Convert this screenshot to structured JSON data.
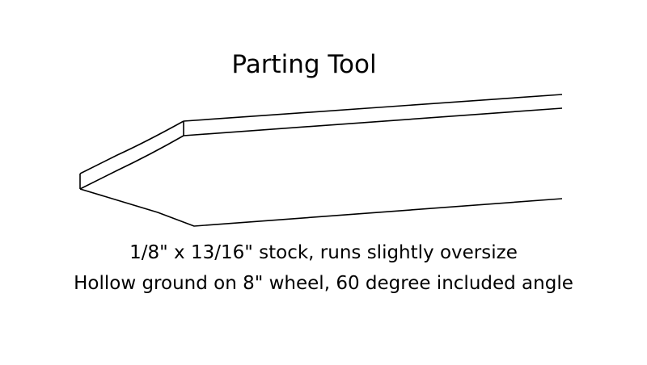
{
  "title": "Parting Tool",
  "captions": [
    "1/8\" x 13/16\" stock, runs slightly oversize",
    "Hollow ground on 8\" wheel, 60 degree included angle"
  ],
  "colors": {
    "line": "#000000",
    "background": "#ffffff"
  }
}
